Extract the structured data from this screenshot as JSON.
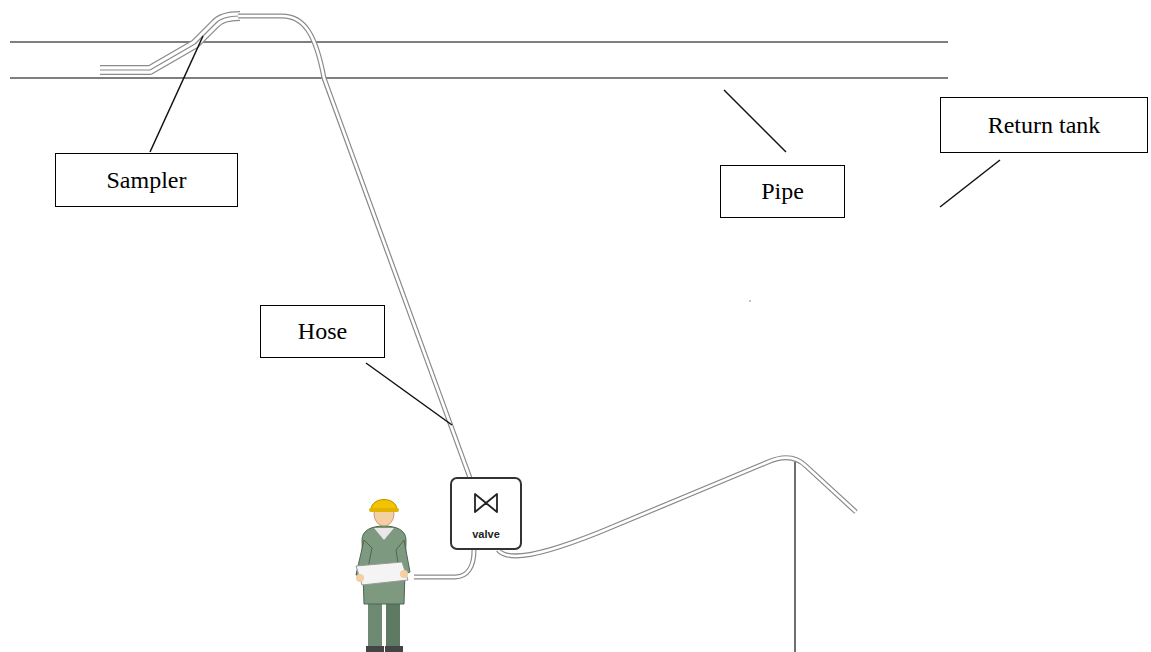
{
  "diagram": {
    "nodes": [
      {
        "text": [
          "Sampler"
        ]
      },
      {
        "text": [
          "Pipe"
        ]
      },
      {
        "text": [
          "Hose"
        ]
      },
      {
        "text": [
          "Return tank"
        ]
      },
      {
        "text": [
          "valve"
        ]
      }
    ]
  }
}
